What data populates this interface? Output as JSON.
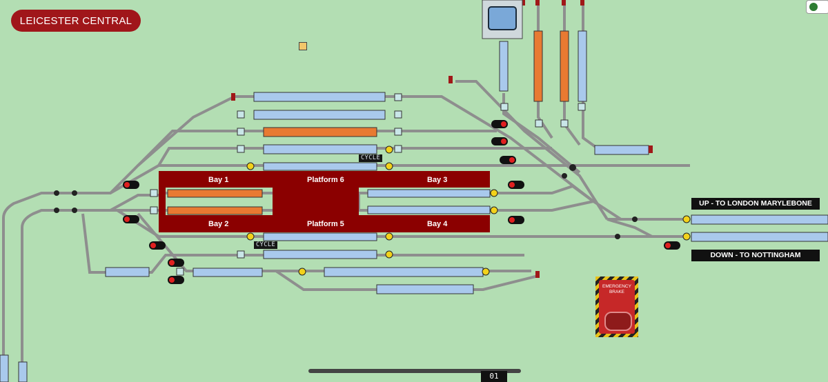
{
  "station_name": "LEICESTER CENTRAL",
  "platforms": {
    "bay1": "Bay 1",
    "platform6": "Platform 6",
    "bay3": "Bay 3",
    "bay2": "Bay 2",
    "platform5": "Platform 5",
    "bay4": "Bay 4"
  },
  "destinations": {
    "up": "UP - TO LONDON MARYLEBONE",
    "down": "DOWN - TO NOTTINGHAM"
  },
  "cycle_labels": [
    "CYCLE",
    "CYCLE"
  ],
  "emergency_brake": {
    "line1": "EMERGENCY",
    "line2": "BRAKE"
  },
  "counter": "01",
  "colors": {
    "background": "#b3deb3",
    "track": "#9a9a9a",
    "platform": "#8b0000",
    "section_clear": "#a9c9ec",
    "section_occupied": "#e87a32",
    "signal_red": "#e02020"
  },
  "icons": [
    "signal-icon",
    "shunt-signal-icon",
    "cctv-monitor-icon",
    "buffer-stop-icon",
    "arrow-up-icon"
  ]
}
